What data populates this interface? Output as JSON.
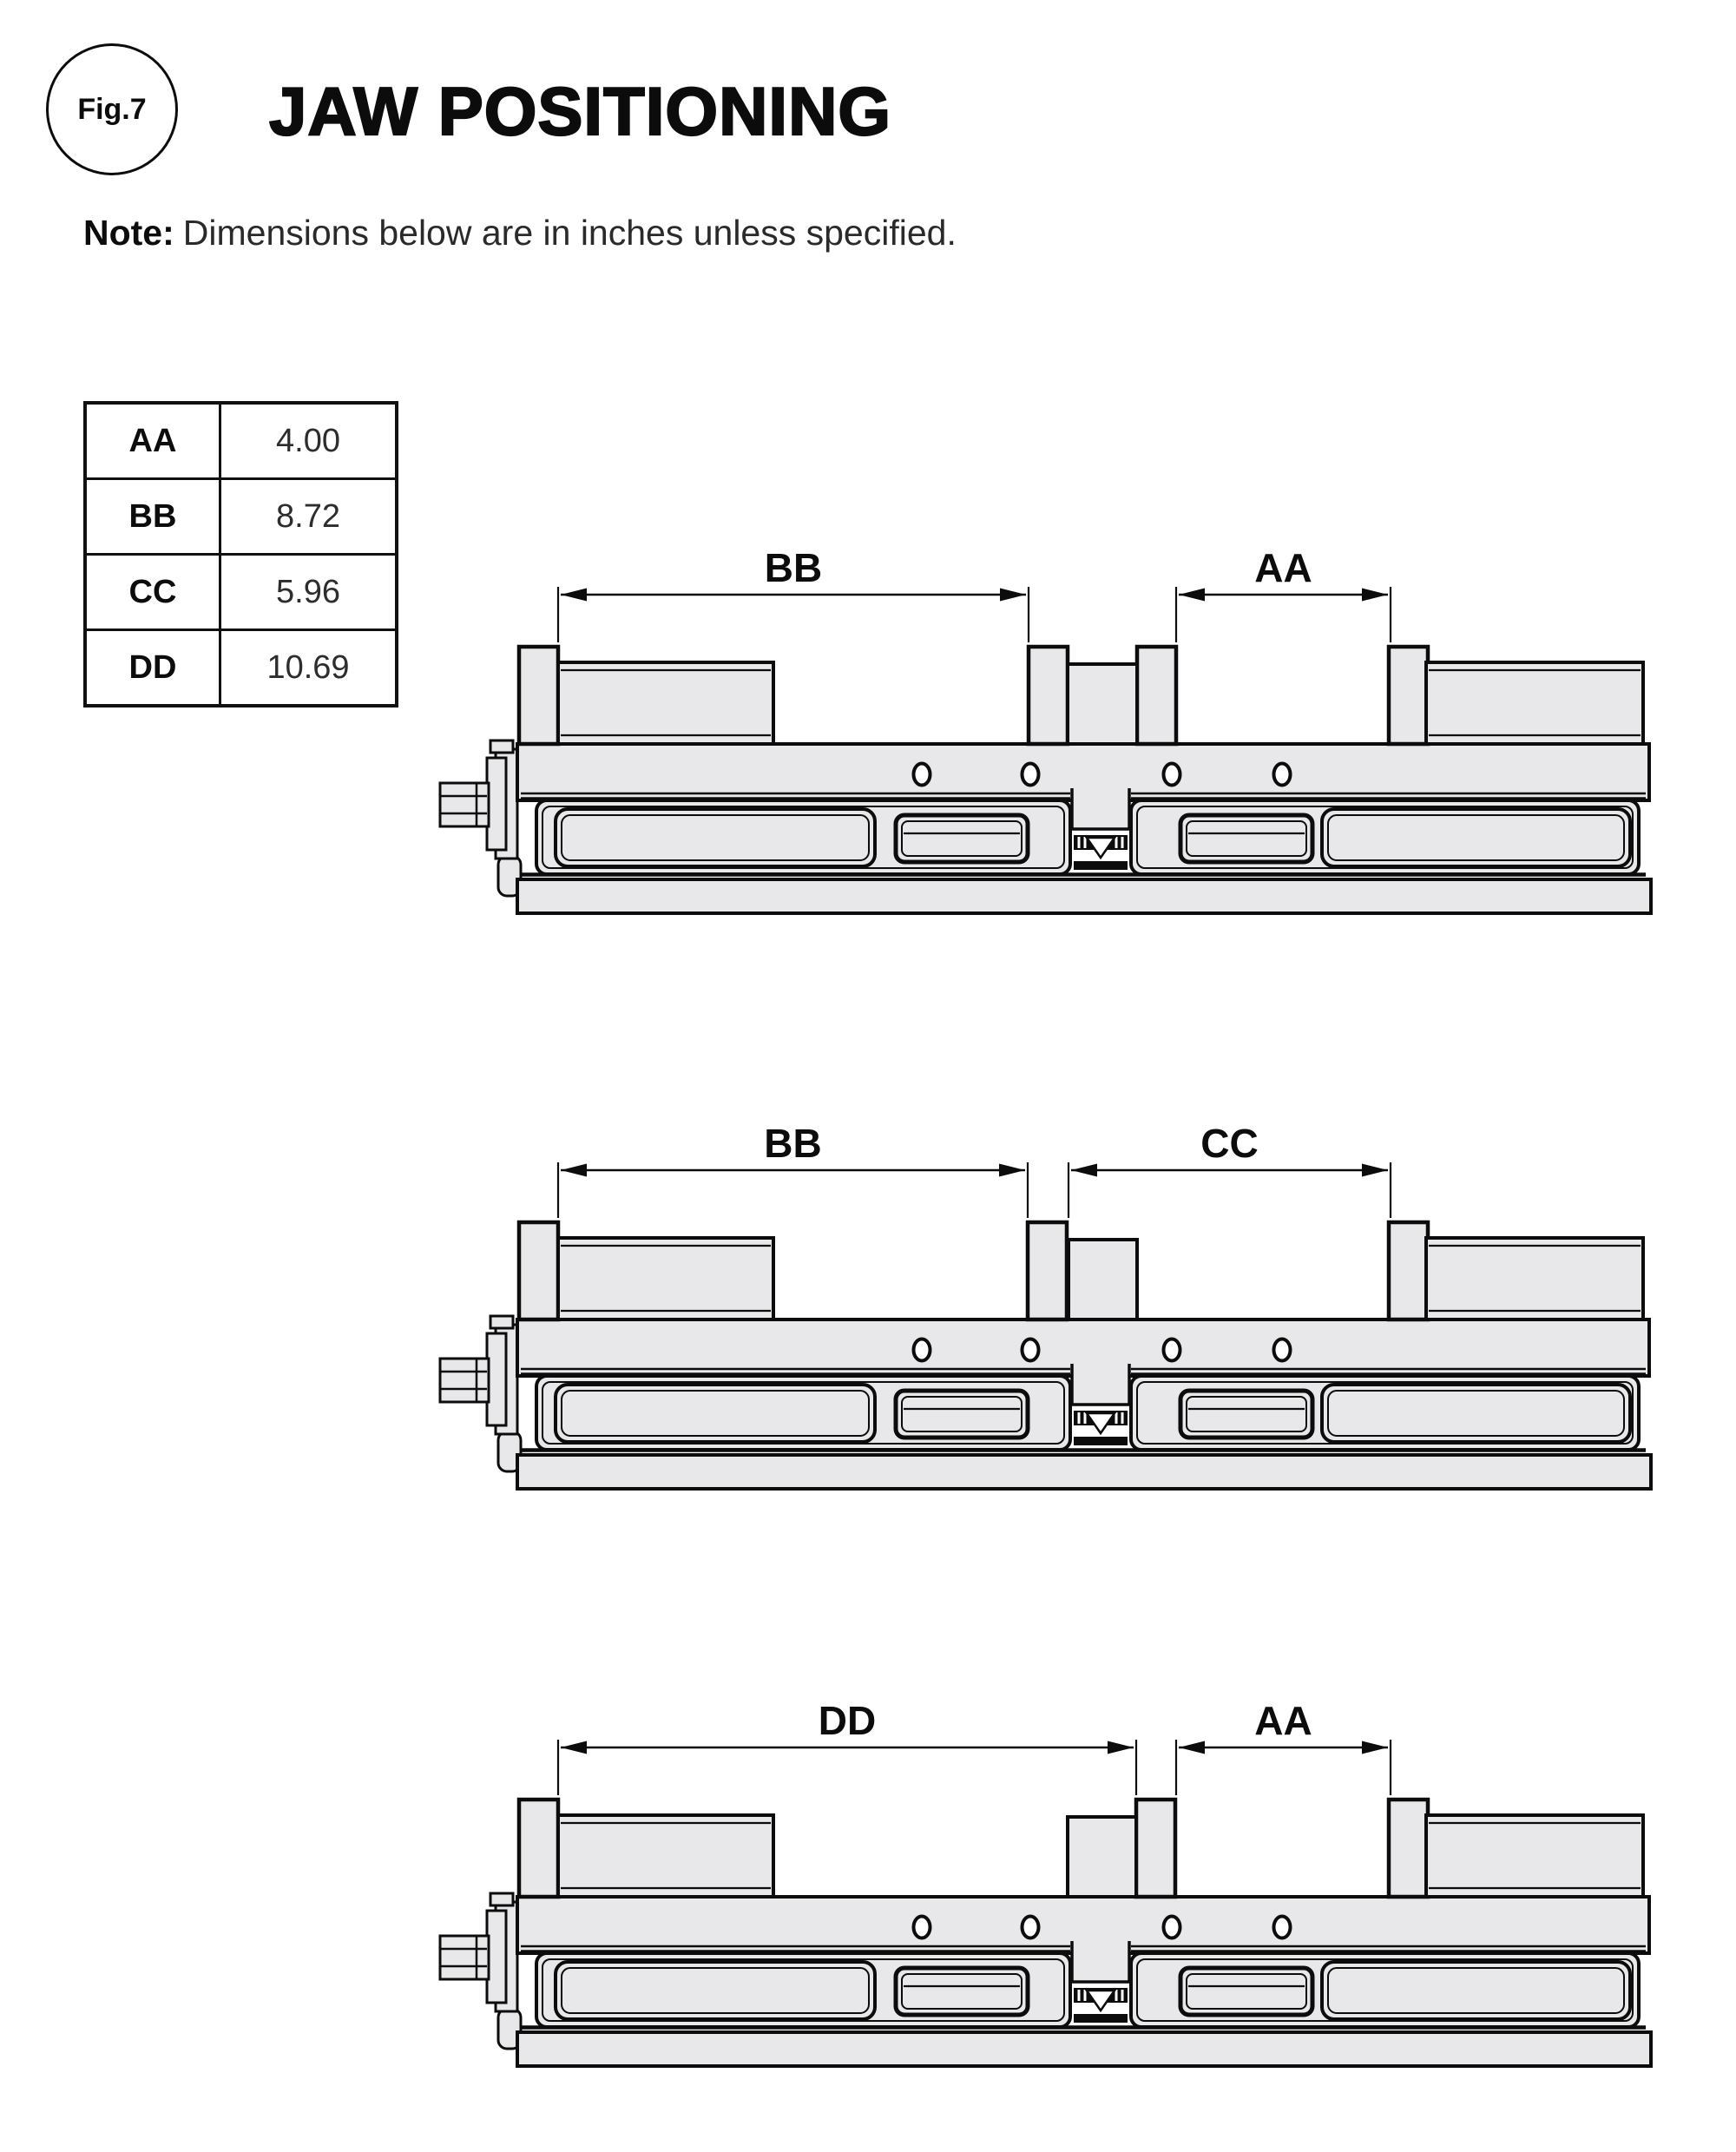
{
  "header": {
    "fig_label": "Fig.7",
    "title": "JAW POSITIONING"
  },
  "note": {
    "label": "Note:",
    "text": "Dimensions below are in inches unless specified."
  },
  "table": {
    "rows": [
      {
        "key": "AA",
        "value": "4.00"
      },
      {
        "key": "BB",
        "value": "8.72"
      },
      {
        "key": "CC",
        "value": "5.96"
      },
      {
        "key": "DD",
        "value": "10.69"
      }
    ]
  },
  "diagrams": [
    {
      "name": "vise-diagram-bb-aa",
      "left_dim": "BB",
      "right_dim": "AA",
      "center_variant": "two-tabs"
    },
    {
      "name": "vise-diagram-bb-cc",
      "left_dim": "BB",
      "right_dim": "CC",
      "center_variant": "tab-left"
    },
    {
      "name": "vise-diagram-dd-aa",
      "left_dim": "DD",
      "right_dim": "AA",
      "center_variant": "tab-right"
    }
  ],
  "colors": {
    "part_fill": "#e8e8ea",
    "line": "#0c0c0c",
    "background": "#ffffff"
  }
}
